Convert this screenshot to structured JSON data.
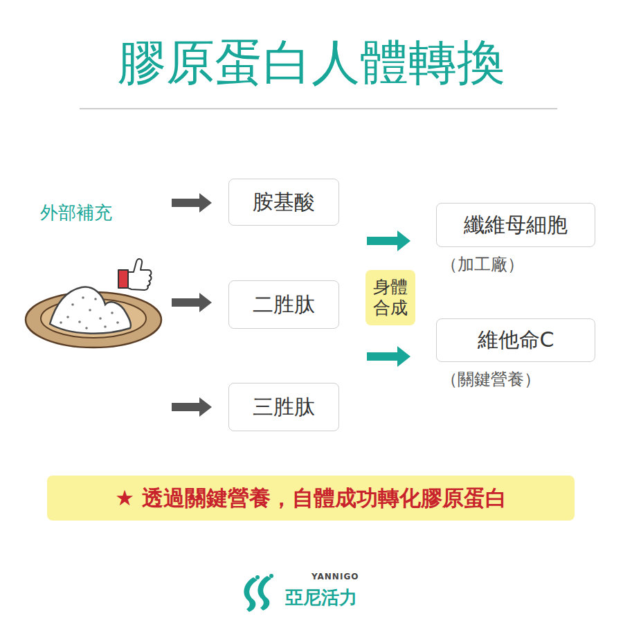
{
  "diagram": {
    "title": "膠原蛋白人體轉換",
    "nodes": [
      {
        "text": [
          "胺基酸"
        ]
      },
      {
        "text": [
          "纖維母細胞",
          "（加工廠）"
        ]
      },
      {
        "text": [
          "二胜肽"
        ]
      },
      {
        "text": [
          "身體合成"
        ]
      },
      {
        "text": [
          "維他命C",
          "（關鍵營養）"
        ]
      },
      {
        "text": [
          "三胜肽"
        ]
      },
      {
        "text": [
          "★ 透過關鍵營養，自體成功轉化膠原蛋白"
        ]
      }
    ],
    "labels": [
      "外部補充",
      "YANNIGO",
      "亞尼活力"
    ]
  }
}
